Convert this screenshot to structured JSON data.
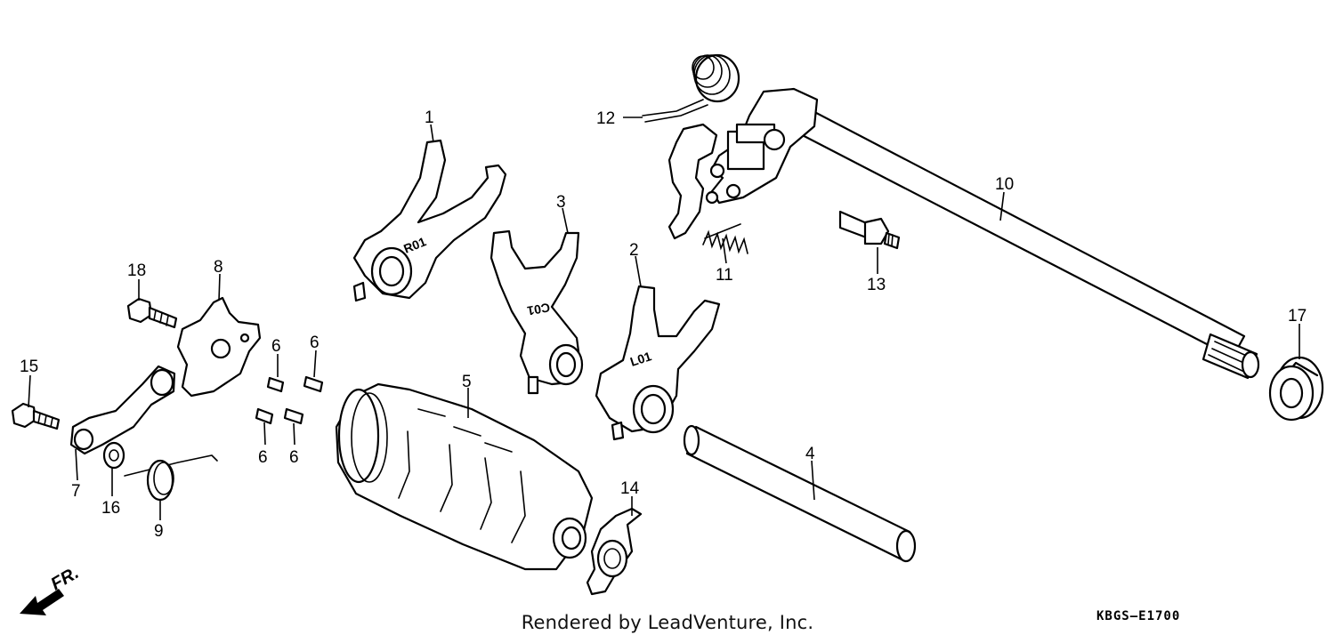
{
  "diagram": {
    "callouts": [
      {
        "id": "1",
        "text": "1"
      },
      {
        "id": "2",
        "text": "2"
      },
      {
        "id": "3",
        "text": "3"
      },
      {
        "id": "4",
        "text": "4"
      },
      {
        "id": "5",
        "text": "5"
      },
      {
        "id": "6a",
        "text": "6"
      },
      {
        "id": "6b",
        "text": "6"
      },
      {
        "id": "6c",
        "text": "6"
      },
      {
        "id": "6d",
        "text": "6"
      },
      {
        "id": "7",
        "text": "7"
      },
      {
        "id": "8",
        "text": "8"
      },
      {
        "id": "9",
        "text": "9"
      },
      {
        "id": "10",
        "text": "10"
      },
      {
        "id": "11",
        "text": "11"
      },
      {
        "id": "12",
        "text": "12"
      },
      {
        "id": "13",
        "text": "13"
      },
      {
        "id": "14",
        "text": "14"
      },
      {
        "id": "15",
        "text": "15"
      },
      {
        "id": "16",
        "text": "16"
      },
      {
        "id": "17",
        "text": "17"
      },
      {
        "id": "18",
        "text": "18"
      }
    ],
    "fork_markings": {
      "fork_1": "R01",
      "fork_2": "L01",
      "fork_3": "C01"
    },
    "front_indicator": "FR.",
    "footer": "Rendered by LeadVenture, Inc.",
    "diagram_code": "KBGS–E1700"
  }
}
